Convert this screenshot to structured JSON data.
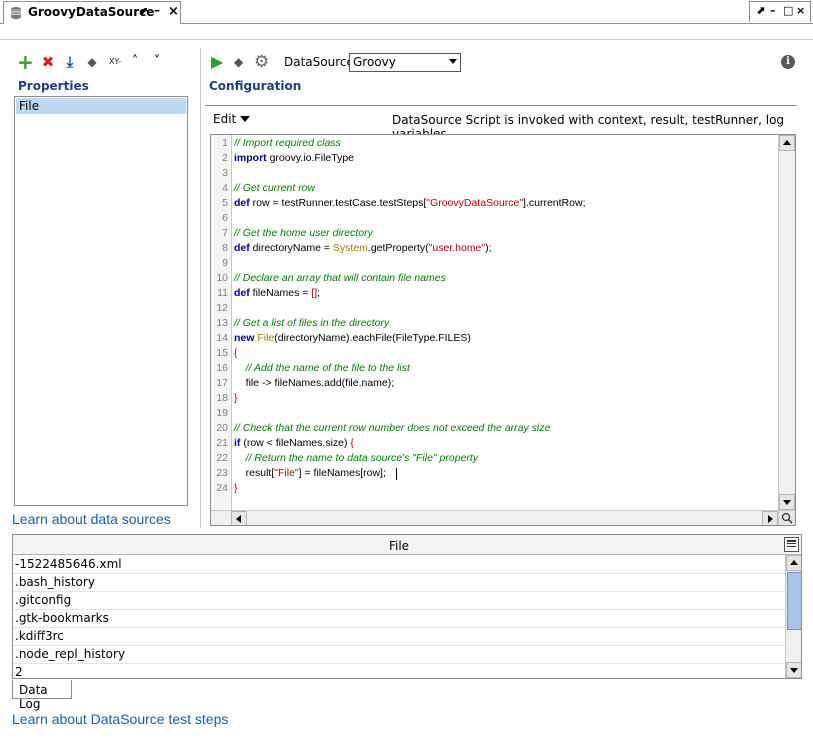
{
  "window": {
    "tab_title": "GroovyDataSource",
    "tab_pin": "⬈",
    "tab_min": "–",
    "tab_close": "×",
    "ctrl_pin": "⬈",
    "ctrl_min": "–",
    "ctrl_max": "□",
    "ctrl_close": "×"
  },
  "left": {
    "toolbar": {
      "add": "+",
      "remove": "✖",
      "download": "⤓",
      "clear": "◆",
      "xy": "XY-",
      "up": "˄",
      "down": "˅"
    },
    "properties_label": "Properties",
    "properties": [
      "File"
    ],
    "link": "Learn about data sources"
  },
  "right": {
    "toolbar": {
      "run": "▶",
      "clear": "◆",
      "settings": "⚙"
    },
    "datasource_label": "DataSource:",
    "datasource_value": "Groovy",
    "info": "i",
    "configuration_label": "Configuration",
    "edit_menu": "Edit",
    "script_description": "DataSource Script is invoked with context, result, testRunner, log variables"
  },
  "editor": {
    "line_numbers": [
      "1",
      "2",
      "3",
      "4",
      "5",
      "6",
      "7",
      "8",
      "9",
      "10",
      "11",
      "12",
      "13",
      "14",
      "15",
      "16",
      "17",
      "18",
      "19",
      "20",
      "21",
      "22",
      "23",
      "24"
    ],
    "lines": [
      [
        {
          "t": "cm",
          "v": "// Import required class"
        }
      ],
      [
        {
          "t": "kw",
          "v": "import"
        },
        {
          "t": "pl",
          "v": " groovy.io.FileType"
        }
      ],
      [],
      [
        {
          "t": "cm",
          "v": "// Get current row"
        }
      ],
      [
        {
          "t": "kw",
          "v": "def"
        },
        {
          "t": "pl",
          "v": " row = testRunner.testCase.testSteps["
        },
        {
          "t": "st",
          "v": "\"GroovyDataSource\""
        },
        {
          "t": "pl",
          "v": "].currentRow;"
        }
      ],
      [],
      [
        {
          "t": "cm",
          "v": "// Get the home user directory"
        }
      ],
      [
        {
          "t": "kw",
          "v": "def"
        },
        {
          "t": "pl",
          "v": " directoryName = "
        },
        {
          "t": "cls",
          "v": "System"
        },
        {
          "t": "pl",
          "v": ".getProperty("
        },
        {
          "t": "st",
          "v": "\"user.home\""
        },
        {
          "t": "pl",
          "v": ");"
        }
      ],
      [],
      [
        {
          "t": "cm",
          "v": "// Declare an array that will contain file names"
        }
      ],
      [
        {
          "t": "kw",
          "v": "def"
        },
        {
          "t": "pl",
          "v": " fileNames = "
        },
        {
          "t": "st",
          "v": "[]"
        },
        {
          "t": "pl",
          "v": ";"
        }
      ],
      [],
      [
        {
          "t": "cm",
          "v": "// Get a list of files in the directory"
        }
      ],
      [
        {
          "t": "kw",
          "v": "new"
        },
        {
          "t": "pl",
          "v": " "
        },
        {
          "t": "cls",
          "v": "File"
        },
        {
          "t": "pl",
          "v": "(directoryName).eachFile(FileType.FILES)"
        }
      ],
      [
        {
          "t": "st",
          "v": "{"
        }
      ],
      [
        {
          "t": "pl",
          "v": "    "
        },
        {
          "t": "cm",
          "v": "// Add the name of the file to the list"
        }
      ],
      [
        {
          "t": "pl",
          "v": "    file -> fileNames.add(file.name);"
        }
      ],
      [
        {
          "t": "st",
          "v": "}"
        }
      ],
      [],
      [
        {
          "t": "cm",
          "v": "// Check that the current row number does not exceed the array size"
        }
      ],
      [
        {
          "t": "kw",
          "v": "if"
        },
        {
          "t": "pl",
          "v": " (row < fileNames.size) "
        },
        {
          "t": "st",
          "v": "{"
        }
      ],
      [
        {
          "t": "pl",
          "v": "    "
        },
        {
          "t": "cm",
          "v": "// Return the name to data source's \"File\" property"
        }
      ],
      [
        {
          "t": "pl",
          "v": "    result["
        },
        {
          "t": "st",
          "v": "\"File\""
        },
        {
          "t": "pl",
          "v": "] = fileNames[row];"
        }
      ],
      [
        {
          "t": "st",
          "v": "}"
        }
      ]
    ]
  },
  "datalog": {
    "column": "File",
    "rows": [
      "-1522485646.xml",
      ".bash_history",
      ".gitconfig",
      ".gtk-bookmarks",
      ".kdiff3rc",
      ".node_repl_history",
      "2"
    ],
    "tab": "Data Log"
  },
  "footer_link": "Learn about DataSource test steps",
  "colors": {
    "link": "#1b5ea8",
    "section_label": "#1f3f7f",
    "selection": "#bfd9f5",
    "add_green": "#2ca02c",
    "remove_red": "#d62020",
    "run_green": "#2ca02c"
  }
}
